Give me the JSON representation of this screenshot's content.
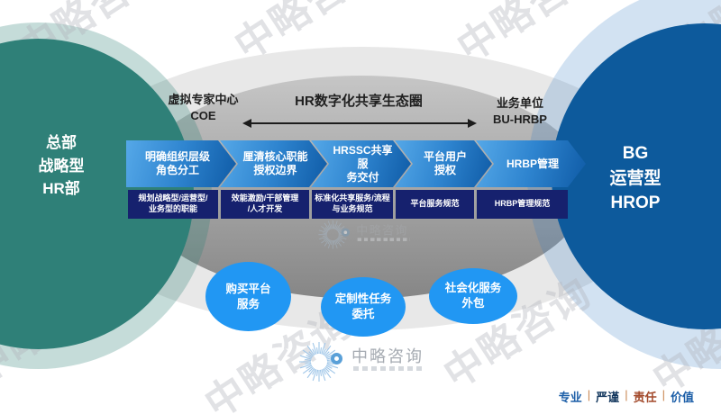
{
  "header": {
    "coe_label": "虚拟专家中心\nCOE",
    "title": "HR数字化共享生态圈",
    "bu_label": "业务单位\nBU-HRBP"
  },
  "left_circle": {
    "label": "总部\n战略型\nHR部"
  },
  "right_circle": {
    "label": "BG\n运营型\nHROP"
  },
  "process": {
    "steps": [
      {
        "arrow": "明确组织层级\n角色分工",
        "box": "规划战略型/运营型/\n业务型的职能"
      },
      {
        "arrow": "厘清核心职能\n授权边界",
        "box": "效能激励/干部管理\n/人才开发"
      },
      {
        "arrow": "HRSSC共享服\n务交付",
        "box": "标准化共享服务/流程\n与业务规范"
      },
      {
        "arrow": "平台用户\n授权",
        "box": "平台服务规范"
      },
      {
        "arrow": "HRBP管理",
        "box": "HRBP管理规范"
      }
    ]
  },
  "bubbles": [
    "购买平台\n服务",
    "定制性任务\n委托",
    "社会化服务\n外包"
  ],
  "logo": {
    "name": "中略咨询"
  },
  "watermark_text": "中略咨询",
  "footer": {
    "values": [
      "专业",
      "严谨",
      "责任",
      "价值"
    ],
    "separator": "|"
  },
  "colors": {
    "teal": "#2f8078",
    "teal_halo": "rgba(47,128,120,0.28)",
    "navy_circle": "#0d5a9c",
    "blue_halo": "rgba(50,125,195,0.22)",
    "gray_outer": "#e8e8e8",
    "gray_inner_top": "#c6c6c6",
    "gray_inner_bottom": "#868686",
    "chevron_light": "#55a8e8",
    "chevron_mid": "#2e84cf",
    "chevron_dark": "#0f5ba6",
    "box_navy": "#16216e",
    "bubble_blue": "#2197f3",
    "text_dark": "#1f1f1f",
    "watermark": "rgba(176,180,186,0.38)",
    "logo_gray": "#a6abb2",
    "logo_blue": "#5aa0d8",
    "value_blue": "#1d5fa8",
    "value_navy": "#15395f",
    "value_red": "#a34a2c",
    "value_sep": "#c8854f"
  }
}
